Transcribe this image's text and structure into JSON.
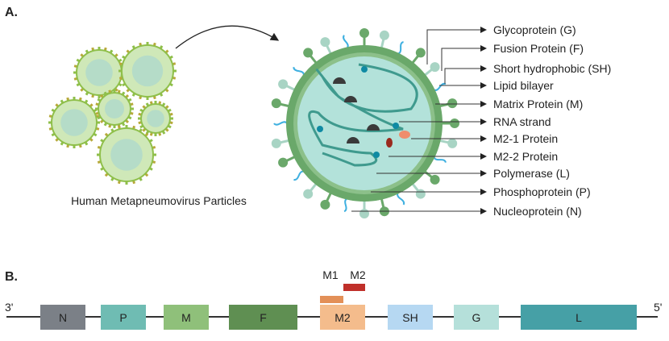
{
  "panel_a": {
    "label": "A.",
    "caption": "Human Metapneumovirus Particles",
    "labels": [
      "Glycoprotein (G)",
      "Fusion Protein (F)",
      "Short hydrophobic (SH)",
      "Lipid bilayer",
      "Matrix Protein (M)",
      "RNA strand",
      "M2-1 Protein",
      "M2-2 Protein",
      "Polymerase (L)",
      "Phosphoprotein (P)",
      "Nucleoprotein (N)"
    ]
  },
  "panel_b": {
    "label": "B.",
    "end_3": "3'",
    "end_5": "5'",
    "genes": [
      {
        "name": "N",
        "color": "#7b8087"
      },
      {
        "name": "P",
        "color": "#6fbcb3"
      },
      {
        "name": "M",
        "color": "#8fc07a"
      },
      {
        "name": "F",
        "color": "#5f8f52"
      },
      {
        "name": "M2",
        "color": "#f4bc8c"
      },
      {
        "name": "SH",
        "color": "#b6d8f2"
      },
      {
        "name": "G",
        "color": "#b5e0da"
      },
      {
        "name": "L",
        "color": "#46a0a6"
      }
    ],
    "orf_m1": {
      "label": "M1",
      "color": "#e39058"
    },
    "orf_m2": {
      "label": "M2",
      "color": "#c0302a"
    }
  }
}
